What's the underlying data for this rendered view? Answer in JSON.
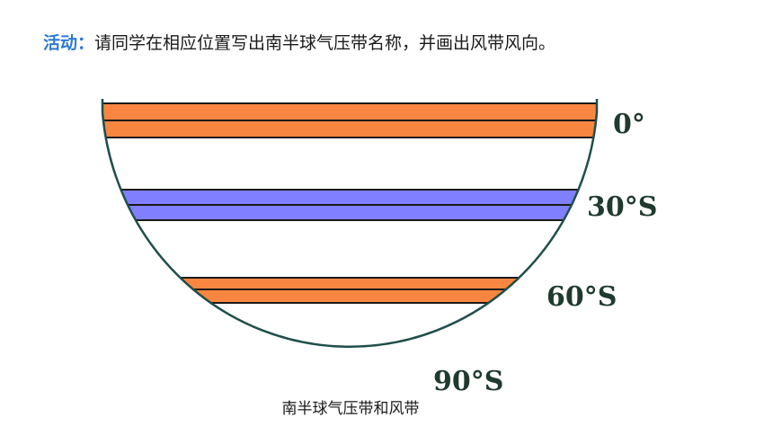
{
  "header": {
    "label": "活动",
    "colon": "：",
    "text": "请同学在相应位置写出南半球气压带名称，并画出风带风向。"
  },
  "diagram": {
    "latitudes": [
      "0°",
      "30°S",
      "60°S",
      "90°S"
    ],
    "colors": {
      "low_pressure": "#f98640",
      "high_pressure": "#7f7fff",
      "outline": "#1f4f4a"
    }
  },
  "caption": "南半球气压带和风带"
}
